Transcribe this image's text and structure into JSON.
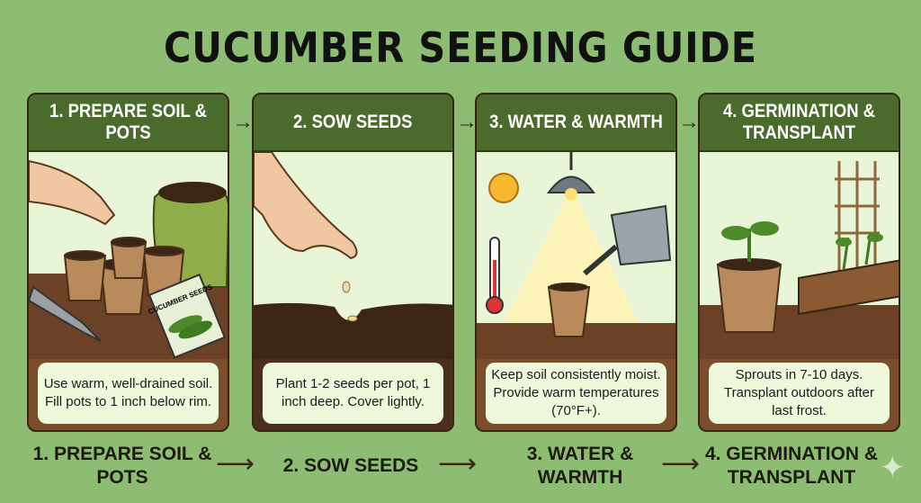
{
  "title": "CUCUMBER SEEDING GUIDE",
  "steps": [
    {
      "header": "1. PREPARE SOIL & POTS",
      "text": "Use warm, well-drained soil. Fill pots to 1 inch below rim.",
      "label": "1. PREPARE SOIL & POTS",
      "packet_label": "CUCUMBER SEEDS"
    },
    {
      "header": "2. SOW SEEDS",
      "text": "Plant 1-2 seeds per pot, 1 inch deep. Cover lightly.",
      "label": "2. SOW SEEDS"
    },
    {
      "header": "3. WATER & WARMTH",
      "text": "Keep soil consistently moist. Provide warm temperatures (70°F+).",
      "label": "3. WATER & WARMTH"
    },
    {
      "header": "4. GERMINATION & TRANSPLANT",
      "text": "Sprouts in 7-10 days. Transplant outdoors after last frost.",
      "label": "4. GERMINATION & TRANSPLANT"
    }
  ],
  "colors": {
    "background": "#8cbd72",
    "header": "#4a6b2c",
    "panel": "#7a4e2d",
    "textbox": "#eef9dc"
  }
}
